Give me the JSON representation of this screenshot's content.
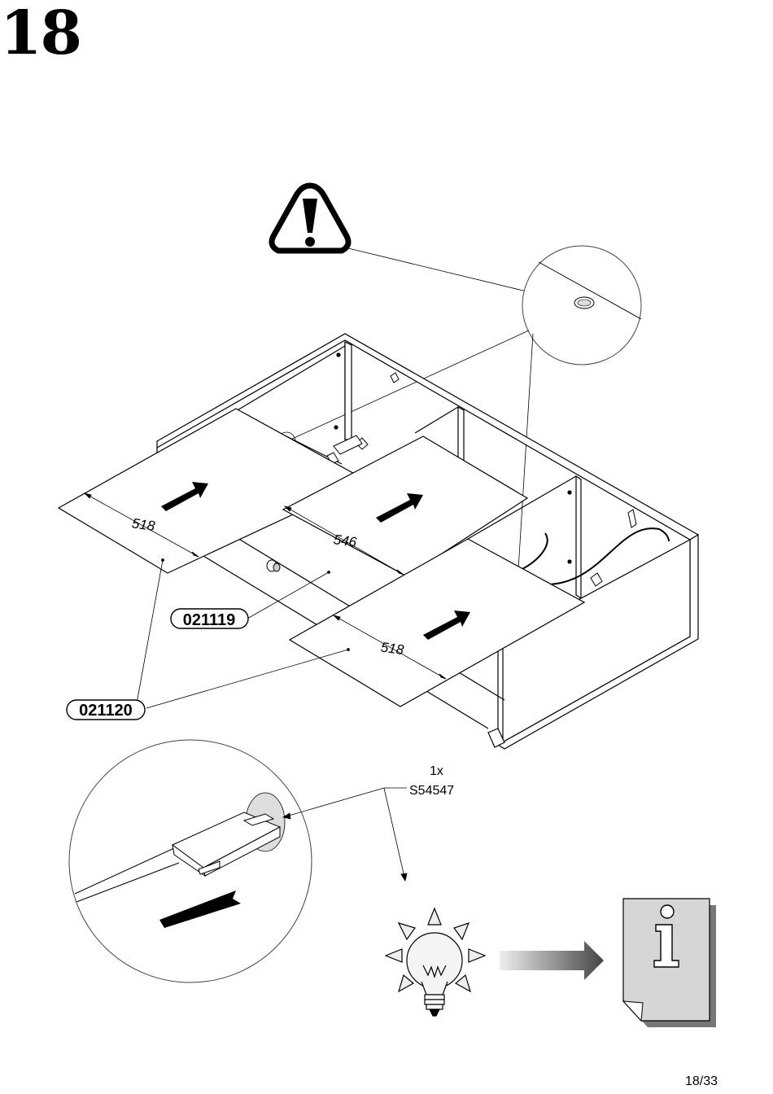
{
  "step": {
    "number": "18"
  },
  "parts": {
    "part_a": "021119",
    "part_b": "021120"
  },
  "dimensions": {
    "left_panel": "518",
    "middle_panel": "546",
    "right_panel": "518"
  },
  "hardware": {
    "quantity": "1x",
    "code": "S54547"
  },
  "icons": [
    "warning-icon",
    "lightbulb-icon",
    "arrow-right-icon",
    "info-document-icon"
  ],
  "footer": {
    "page": "18/33"
  }
}
